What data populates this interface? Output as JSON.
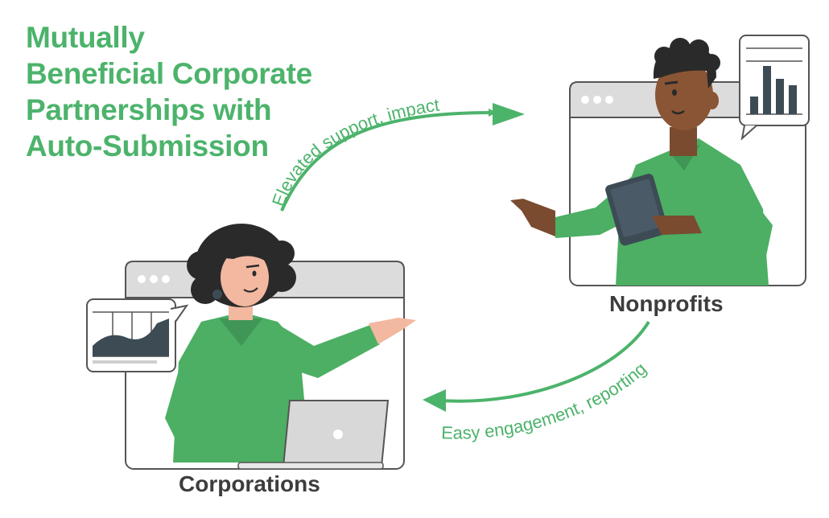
{
  "title": {
    "line1": "Mutually",
    "line2": "Beneficial Corporate",
    "line3": "Partnerships with",
    "line4": "Auto-Submission"
  },
  "nonprofits": {
    "label": "Nonprofits"
  },
  "corporations": {
    "label": "Corporations"
  },
  "arrows": {
    "top": "Elevated support, impact",
    "bottom": "Easy engagement, reporting"
  },
  "colors": {
    "brand_green": "#4cb36b",
    "shirt_green": "#4caf63",
    "dark_slate": "#3d4b55",
    "label_dark": "#3d3d3d"
  }
}
